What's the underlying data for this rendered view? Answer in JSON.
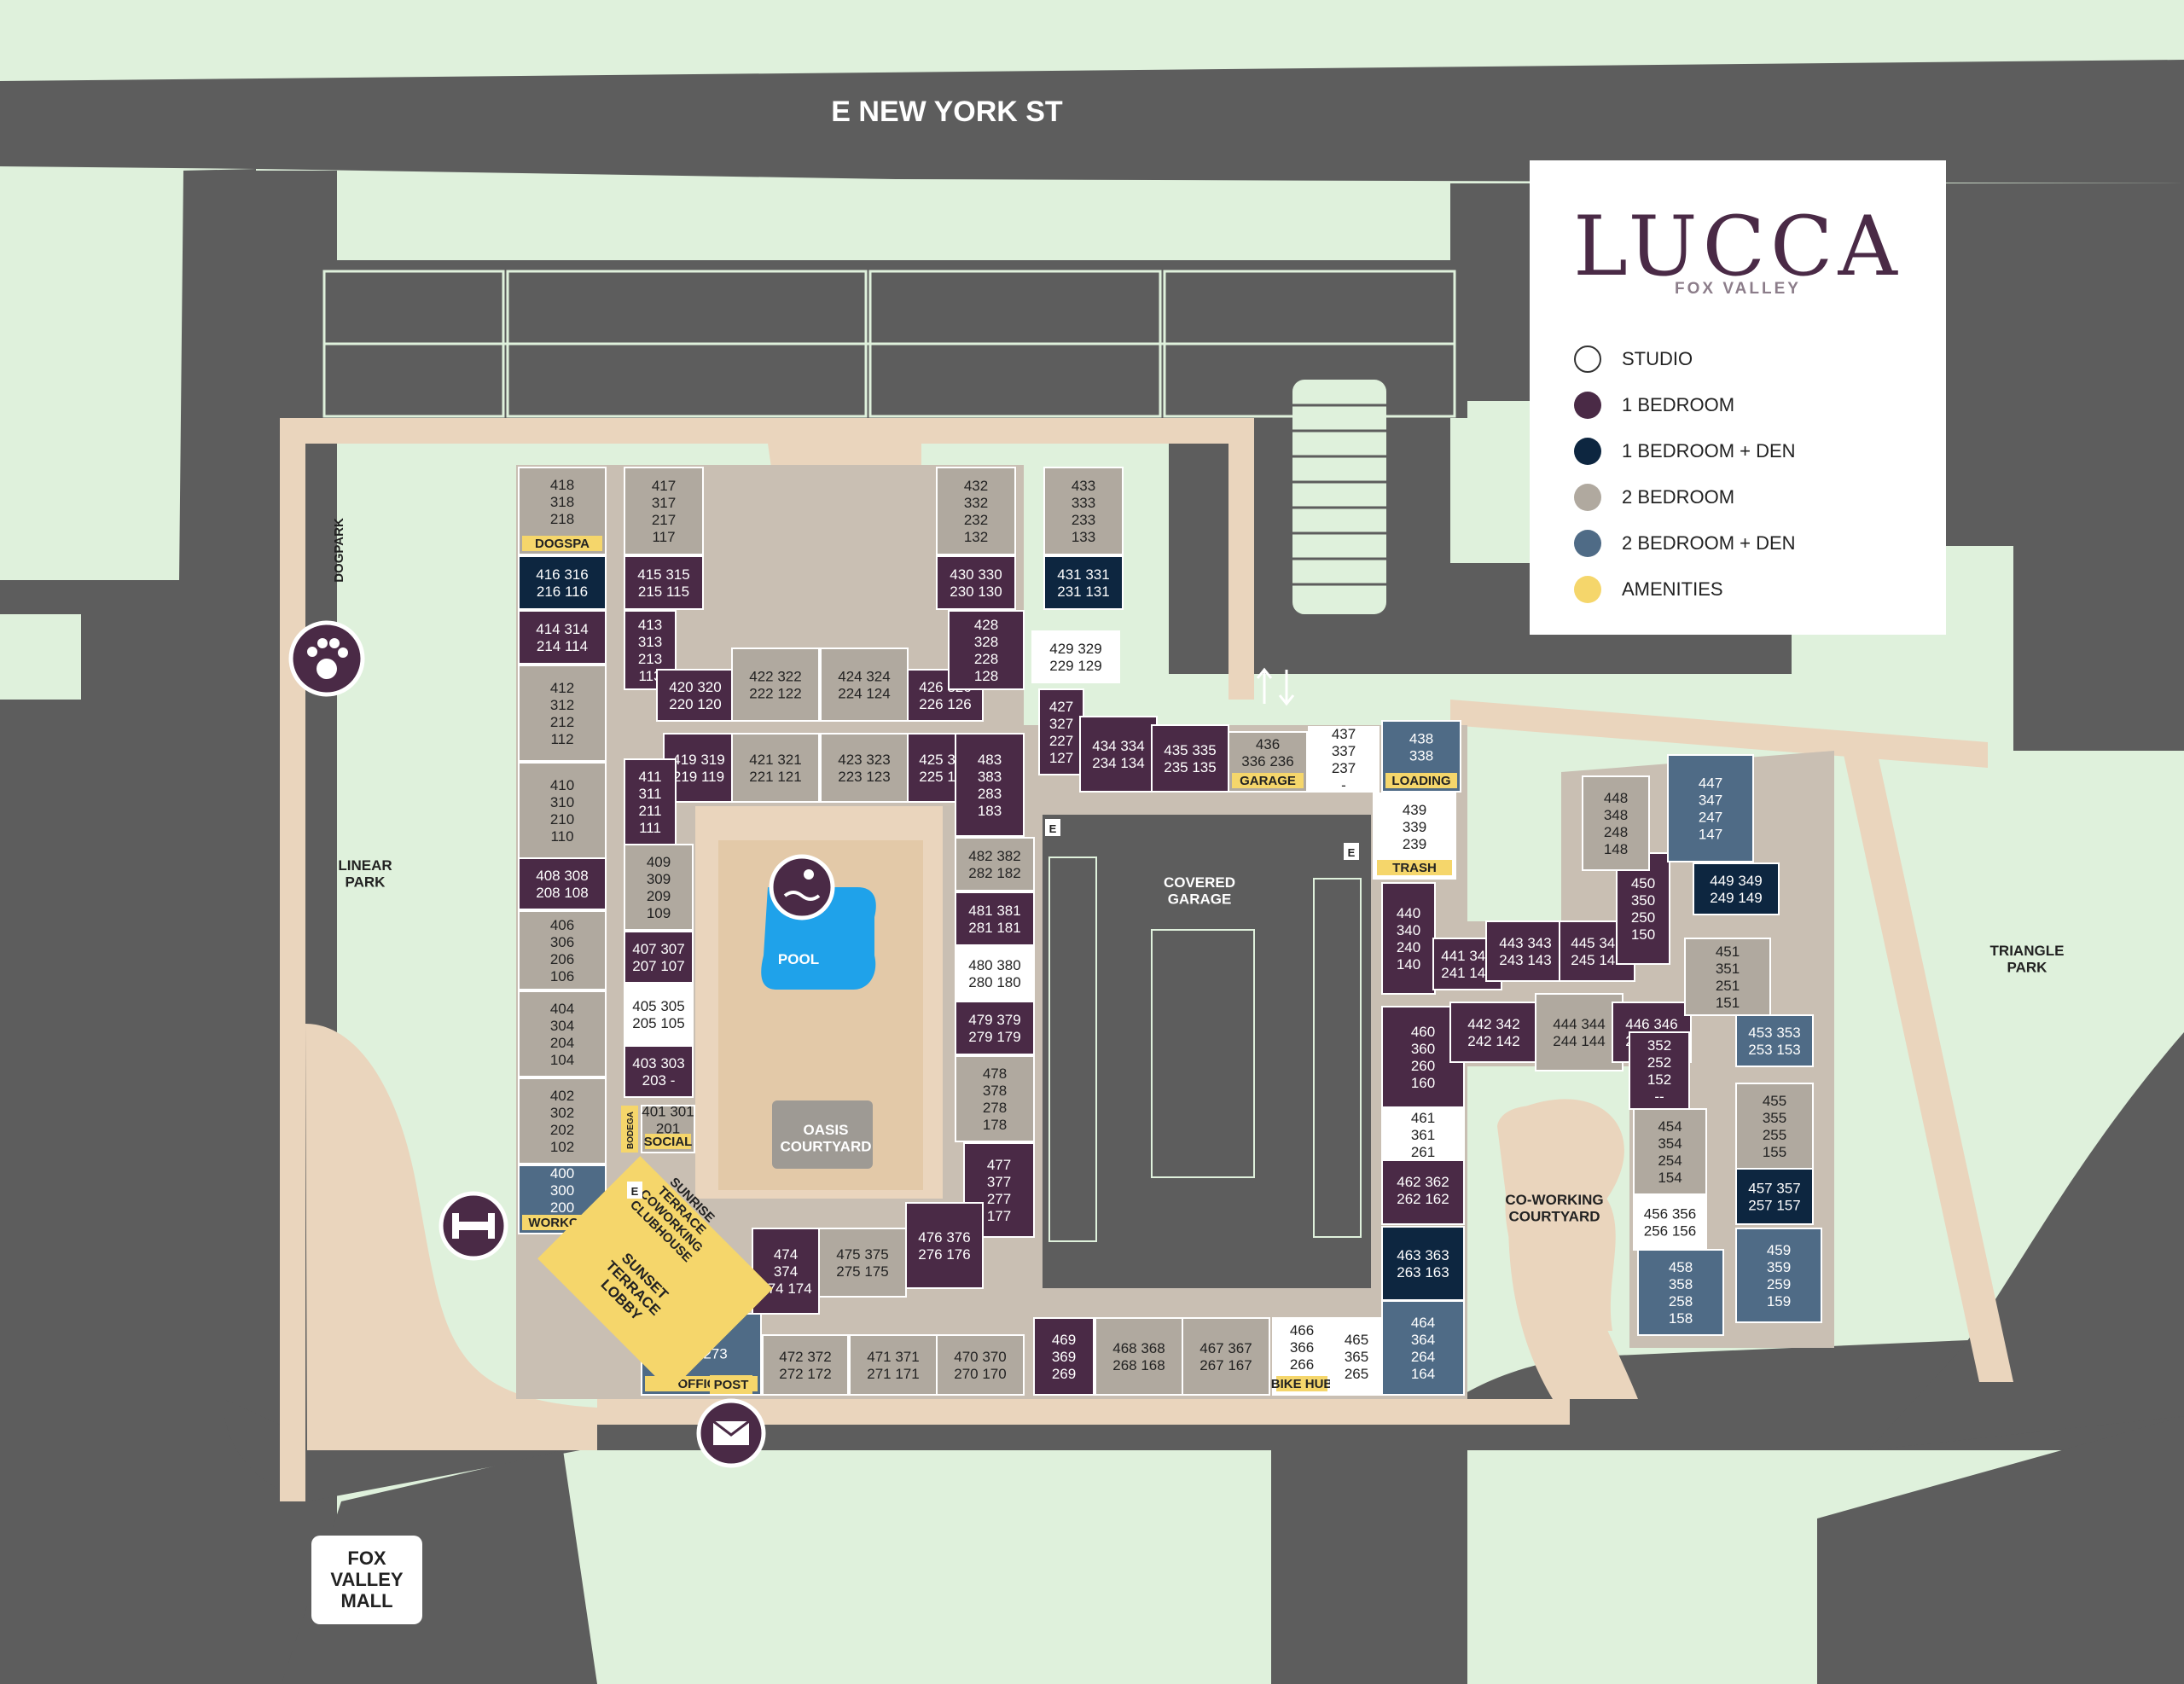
{
  "street": "E NEW YORK ST",
  "brand": {
    "name": "LUCCA",
    "subtitle": "FOX VALLEY"
  },
  "legend": [
    {
      "label": "STUDIO",
      "color": "#ffffff"
    },
    {
      "label": "1 BEDROOM",
      "color": "#4a2a46"
    },
    {
      "label": "1 BEDROOM + DEN",
      "color": "#0d2640"
    },
    {
      "label": "2 BEDROOM",
      "color": "#b0a99f"
    },
    {
      "label": "2 BEDROOM + DEN",
      "color": "#4f6b86"
    },
    {
      "label": "AMENITIES",
      "color": "#f5d66b"
    }
  ],
  "areas": {
    "linear_park": "LINEAR\nPARK",
    "triangle_park": "TRIANGLE\nPARK",
    "dogpark": "DOGPARK",
    "pool": "POOL",
    "oasis": "OASIS\nCOURTYARD",
    "covered_garage": "COVERED\nGARAGE",
    "coworking": "CO-WORKING\nCOURTYARD",
    "fox_valley_mall": "FOX\nVALLEY\nMALL",
    "lobby": "SUNSET\nTERRACE\nLOBBY",
    "clubhouse": "SUNRISE\nTERRACE\nCOWORKING\nCLUBHOUSE",
    "entry_e": "E"
  },
  "units": [
    {
      "t": "418\n318\n218",
      "type": "2br",
      "tag": "DOGSPA"
    },
    {
      "t": "417\n317\n217\n117",
      "type": "2br"
    },
    {
      "t": "416 316\n216 116",
      "type": "1brden"
    },
    {
      "t": "415 315\n215 115",
      "type": "1br"
    },
    {
      "t": "414 314\n214 114",
      "type": "1br"
    },
    {
      "t": "413\n313\n213\n113",
      "type": "1br"
    },
    {
      "t": "412\n312\n212\n112",
      "type": "2br"
    },
    {
      "t": "420 320\n220 120",
      "type": "1br"
    },
    {
      "t": "422 322\n222 122",
      "type": "2br"
    },
    {
      "t": "424 324\n224 124",
      "type": "2br"
    },
    {
      "t": "426 326\n226 126",
      "type": "1br"
    },
    {
      "t": "419 319\n219 119",
      "type": "1br"
    },
    {
      "t": "421 321\n221 121",
      "type": "2br"
    },
    {
      "t": "423 323\n223 123",
      "type": "2br"
    },
    {
      "t": "425 325\n225 125",
      "type": "1br"
    },
    {
      "t": "410\n310\n210\n110",
      "type": "2br"
    },
    {
      "t": "411\n311\n211\n111",
      "type": "1br"
    },
    {
      "t": "409\n309\n209\n109",
      "type": "2br"
    },
    {
      "t": "408 308\n208 108",
      "type": "1br"
    },
    {
      "t": "406\n306\n206\n106",
      "type": "2br"
    },
    {
      "t": "407 307\n207 107",
      "type": "1br"
    },
    {
      "t": "405 305\n205 105",
      "type": "studio"
    },
    {
      "t": "404\n304\n204\n104",
      "type": "2br"
    },
    {
      "t": "403 303\n203 -",
      "type": "1br"
    },
    {
      "t": "402\n302\n202\n102",
      "type": "2br"
    },
    {
      "t": "401 301\n201",
      "type": "2br",
      "tag": "SOCIAL"
    },
    {
      "t": "400\n300\n200",
      "type": "2brden",
      "tag": "WORKOUT"
    },
    {
      "t": "432\n332\n232\n132",
      "type": "2br"
    },
    {
      "t": "433\n333\n233\n133",
      "type": "2br"
    },
    {
      "t": "430 330\n230 130",
      "type": "1br"
    },
    {
      "t": "431 331\n231 131",
      "type": "1brden"
    },
    {
      "t": "428\n328\n228\n128",
      "type": "1br"
    },
    {
      "t": "429 329\n229 129",
      "type": "studio"
    },
    {
      "t": "427\n327\n227\n127",
      "type": "1br"
    },
    {
      "t": "434 334\n234 134",
      "type": "1br"
    },
    {
      "t": "435 335\n235 135",
      "type": "1br"
    },
    {
      "t": "436\n336 236",
      "type": "2br",
      "tag": "GARAGE"
    },
    {
      "t": "437\n337\n237\n-",
      "type": "studio"
    },
    {
      "t": "438\n338",
      "type": "2brden",
      "tag": "LOADING"
    },
    {
      "t": "439\n339\n239",
      "type": "studio",
      "tag": "TRASH"
    },
    {
      "t": "483\n383\n283\n183",
      "type": "1br"
    },
    {
      "t": "482 382\n282 182",
      "type": "2br"
    },
    {
      "t": "481 381\n281 181",
      "type": "1br"
    },
    {
      "t": "480 380\n280 180",
      "type": "studio"
    },
    {
      "t": "479 379\n279 179",
      "type": "1br"
    },
    {
      "t": "478\n378\n278\n178",
      "type": "2br"
    },
    {
      "t": "477\n377\n277\n177",
      "type": "1br"
    },
    {
      "t": "476 376\n276 176",
      "type": "1br"
    },
    {
      "t": "475 375\n275 175",
      "type": "2br"
    },
    {
      "t": "474\n374\n274 174",
      "type": "1br"
    },
    {
      "t": "473\n373 273",
      "type": "2brden",
      "tag": "OFFICE"
    },
    {
      "t": "472 372\n272 172",
      "type": "2br"
    },
    {
      "t": "471 371\n271 171",
      "type": "2br"
    },
    {
      "t": "470 370\n270 170",
      "type": "2br"
    },
    {
      "t": "469\n369\n269",
      "type": "1br"
    },
    {
      "t": "468 368\n268 168",
      "type": "2br"
    },
    {
      "t": "467 367\n267 167",
      "type": "2br"
    },
    {
      "t": "466\n366\n266",
      "type": "studio",
      "tag": "BIKE HUB"
    },
    {
      "t": "465\n365\n265",
      "type": "studio"
    },
    {
      "t": "464\n364\n264\n164",
      "type": "2brden"
    },
    {
      "t": "463 363\n263 163",
      "type": "1brden"
    },
    {
      "t": "462 362\n262 162",
      "type": "1br"
    },
    {
      "t": "461\n361\n261",
      "type": "studio"
    },
    {
      "t": "460\n360\n260\n160",
      "type": "1br"
    },
    {
      "t": "440\n340\n240\n140",
      "type": "1br"
    },
    {
      "t": "441 341\n241 141",
      "type": "1br"
    },
    {
      "t": "443 343\n243 143",
      "type": "1br"
    },
    {
      "t": "445 345\n245 145",
      "type": "1br"
    },
    {
      "t": "450\n350\n250\n150",
      "type": "1br"
    },
    {
      "t": "442 342\n242 142",
      "type": "1br"
    },
    {
      "t": "444 344\n244 144",
      "type": "2br"
    },
    {
      "t": "446 346\n246 146",
      "type": "1br"
    },
    {
      "t": "352\n252\n152\n--",
      "type": "1br"
    },
    {
      "t": "448\n348\n248\n148",
      "type": "2br"
    },
    {
      "t": "447\n347\n247\n147",
      "type": "2brden"
    },
    {
      "t": "449 349\n249 149",
      "type": "1brden"
    },
    {
      "t": "451\n351\n251\n151",
      "type": "2br"
    },
    {
      "t": "453 353\n253 153",
      "type": "2brden"
    },
    {
      "t": "455\n355\n255\n155",
      "type": "2br"
    },
    {
      "t": "454\n354\n254\n154",
      "type": "2br"
    },
    {
      "t": "456 356\n256 156",
      "type": "studio"
    },
    {
      "t": "457 357\n257 157",
      "type": "1brden"
    },
    {
      "t": "458\n358\n258\n158",
      "type": "2brden"
    },
    {
      "t": "459\n359\n259\n159",
      "type": "2brden"
    }
  ],
  "amenity_tags": {
    "post": "POST",
    "bodega": "BODEGA"
  }
}
